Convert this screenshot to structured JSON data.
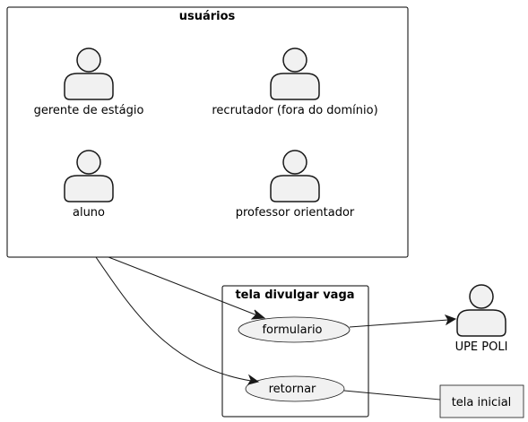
{
  "packages": {
    "usuarios": {
      "title": "usuários"
    },
    "tela_divulgar_vaga": {
      "title": "tela divulgar vaga"
    }
  },
  "actors": {
    "gerente": {
      "label": "gerente de estágio"
    },
    "recrutador": {
      "label": "recrutador (fora do domínio)"
    },
    "aluno": {
      "label": "aluno"
    },
    "professor": {
      "label": "professor orientador"
    },
    "upe_poli": {
      "label": "UPE POLI"
    }
  },
  "usecases": {
    "formulario": {
      "label": "formulario"
    },
    "retornar": {
      "label": "retornar"
    }
  },
  "nodes": {
    "tela_inicial": {
      "label": "tela inicial"
    }
  },
  "colors": {
    "fill": "#f1f1f1",
    "stroke": "#181818",
    "background": "#ffffff"
  }
}
